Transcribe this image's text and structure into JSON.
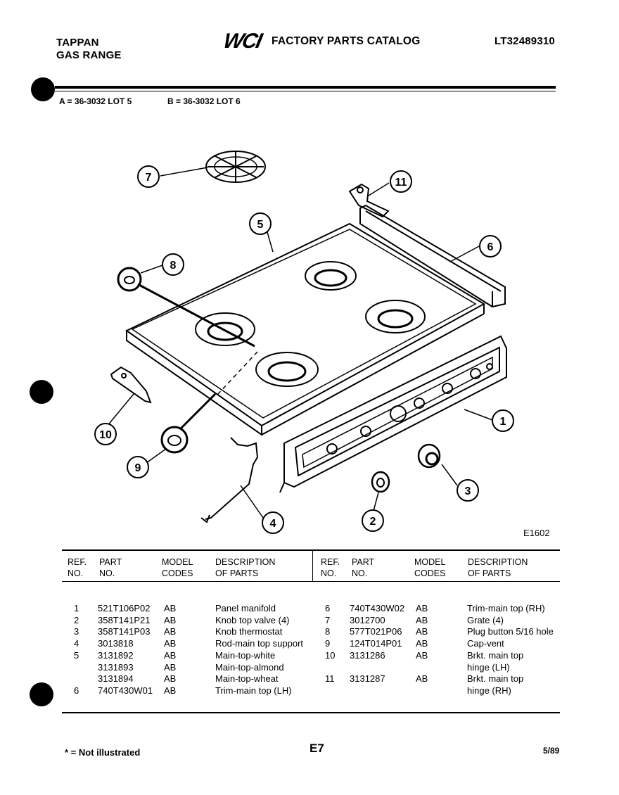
{
  "header": {
    "brand_line1": "TAPPAN",
    "brand_line2": "GAS RANGE",
    "logo_text": "WCI",
    "catalog_title": "FACTORY PARTS CATALOG",
    "model_number": "LT32489310",
    "lot_a": "A = 36-3032 LOT 5",
    "lot_b": "B = 36-3032 LOT 6"
  },
  "diagram": {
    "code": "E1602",
    "callouts": [
      "1",
      "2",
      "3",
      "4",
      "5",
      "6",
      "7",
      "8",
      "9",
      "10",
      "11"
    ]
  },
  "table": {
    "col_ref": "REF.",
    "col_ref2": "NO.",
    "col_part": "PART",
    "col_part2": "NO.",
    "col_model": "MODEL",
    "col_model2": "CODES",
    "col_desc": "DESCRIPTION",
    "col_desc2": "OF PARTS",
    "left_rows": [
      {
        "ref": "1",
        "part": "521T106P02",
        "codes": "AB",
        "desc": "Panel manifold"
      },
      {
        "ref": "2",
        "part": "358T141P21",
        "codes": "AB",
        "desc": "Knob top valve (4)"
      },
      {
        "ref": "3",
        "part": "358T141P03",
        "codes": "AB",
        "desc": "Knob thermostat"
      },
      {
        "ref": "4",
        "part": "3013818",
        "codes": "AB",
        "desc": "Rod-main top support"
      },
      {
        "ref": "5",
        "part": "3131892",
        "codes": "AB",
        "desc": "Main-top-white"
      },
      {
        "ref": "",
        "part": "3131893",
        "codes": "AB",
        "desc": "Main-top-almond"
      },
      {
        "ref": "",
        "part": "3131894",
        "codes": "AB",
        "desc": "Main-top-wheat"
      },
      {
        "ref": "6",
        "part": "740T430W01",
        "codes": "AB",
        "desc": "Trim-main top (LH)"
      }
    ],
    "right_rows": [
      {
        "ref": "6",
        "part": "740T430W02",
        "codes": "AB",
        "desc": "Trim-main top (RH)"
      },
      {
        "ref": "7",
        "part": "3012700",
        "codes": "AB",
        "desc": "Grate (4)"
      },
      {
        "ref": "8",
        "part": "577T021P06",
        "codes": "AB",
        "desc": "Plug button 5/16 hole"
      },
      {
        "ref": "9",
        "part": "124T014P01",
        "codes": "AB",
        "desc": "Cap-vent"
      },
      {
        "ref": "10",
        "part": "3131286",
        "codes": "AB",
        "desc": "Brkt. main top"
      },
      {
        "ref": "",
        "part": "",
        "codes": "",
        "desc": "hinge (LH)"
      },
      {
        "ref": "11",
        "part": "3131287",
        "codes": "AB",
        "desc": "Brkt. main top"
      },
      {
        "ref": "",
        "part": "",
        "codes": "",
        "desc": "hinge (RH)"
      }
    ]
  },
  "footer": {
    "note": "* = Not illustrated",
    "page": "E7",
    "date": "5/89"
  }
}
